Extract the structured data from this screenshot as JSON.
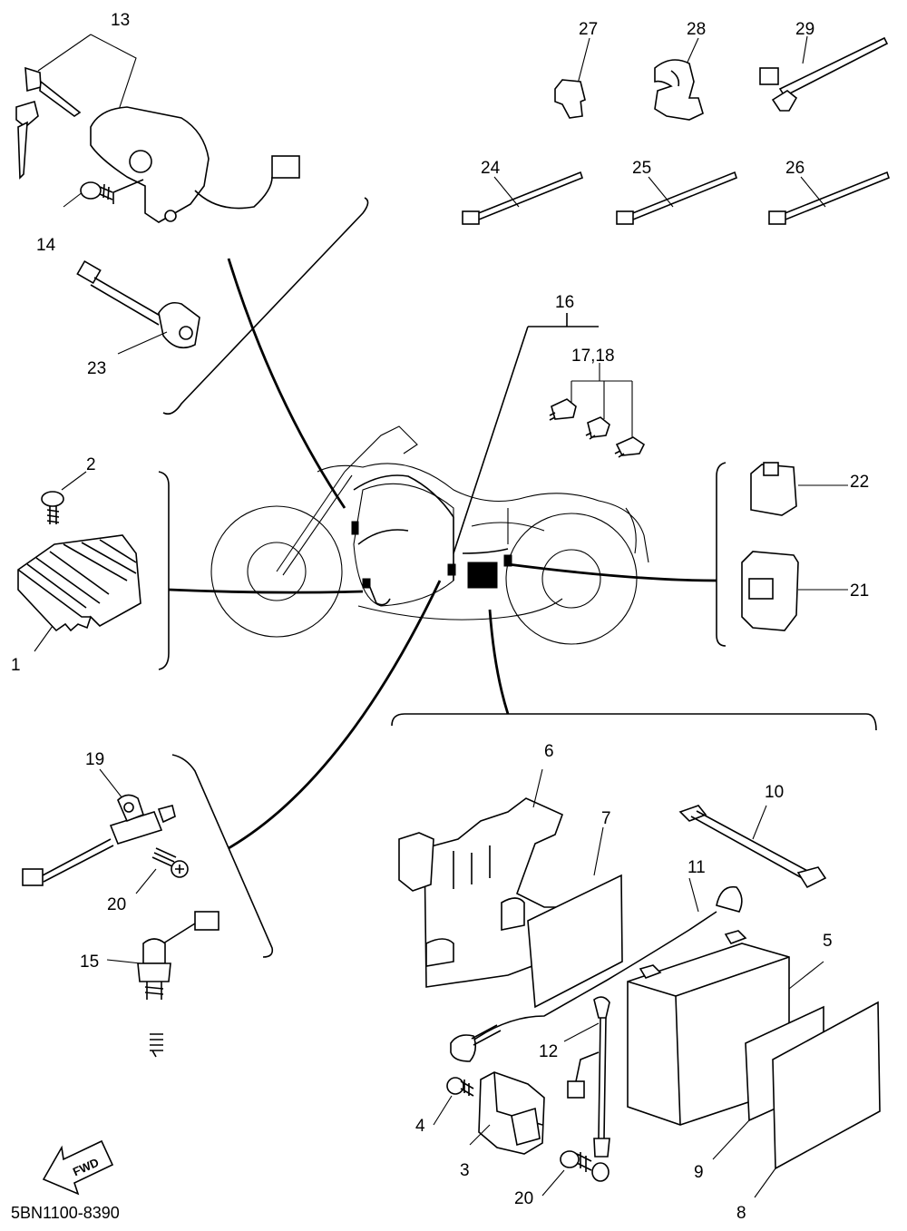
{
  "diagram": {
    "drawing_code": "5BN1100-8390",
    "fwd_label": "FWD",
    "callouts": {
      "c1": "1",
      "c2": "2",
      "c3": "3",
      "c4": "4",
      "c5": "5",
      "c6": "6",
      "c7": "7",
      "c8": "8",
      "c9": "9",
      "c10": "10",
      "c11": "11",
      "c12": "12",
      "c13": "13",
      "c14": "14",
      "c15": "15",
      "c16": "16",
      "c17_18": "17,18",
      "c19": "19",
      "c20a": "20",
      "c20b": "20",
      "c21": "21",
      "c22": "22",
      "c23": "23",
      "c24": "24",
      "c25": "25",
      "c26": "26",
      "c27": "27",
      "c28": "28",
      "c29": "29"
    }
  }
}
